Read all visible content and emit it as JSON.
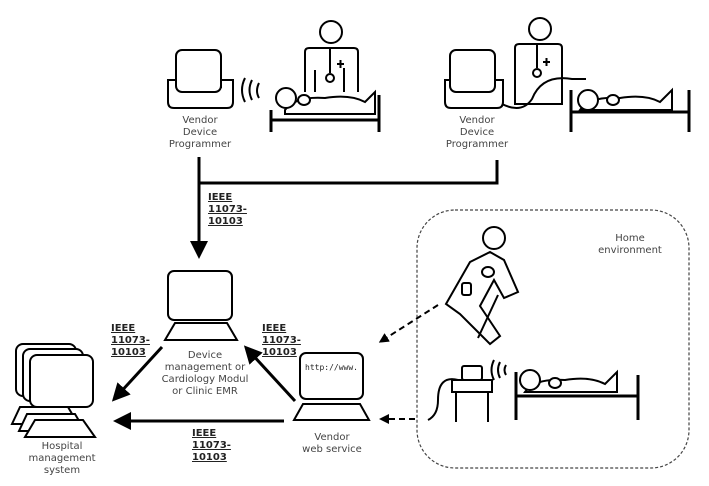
{
  "programmer_1": {
    "line1": "Vendor",
    "line2": "Device",
    "line3": "Programmer"
  },
  "programmer_2": {
    "line1": "Vendor",
    "line2": "Device",
    "line3": "Programmer"
  },
  "standard": {
    "line1": "IEEE",
    "line2": "11073-",
    "line3": "10103"
  },
  "home": {
    "line1": "Home",
    "line2": "environment"
  },
  "device_management": {
    "line1": "Device",
    "line2": "management or",
    "line3": "Cardiology Modul",
    "line4": "or Clinic EMR"
  },
  "hospital": {
    "line1": "Hospital",
    "line2": "management",
    "line3": "system"
  },
  "web_service": {
    "screen_text": "http://www.",
    "line1": "Vendor",
    "line2": "web service"
  }
}
